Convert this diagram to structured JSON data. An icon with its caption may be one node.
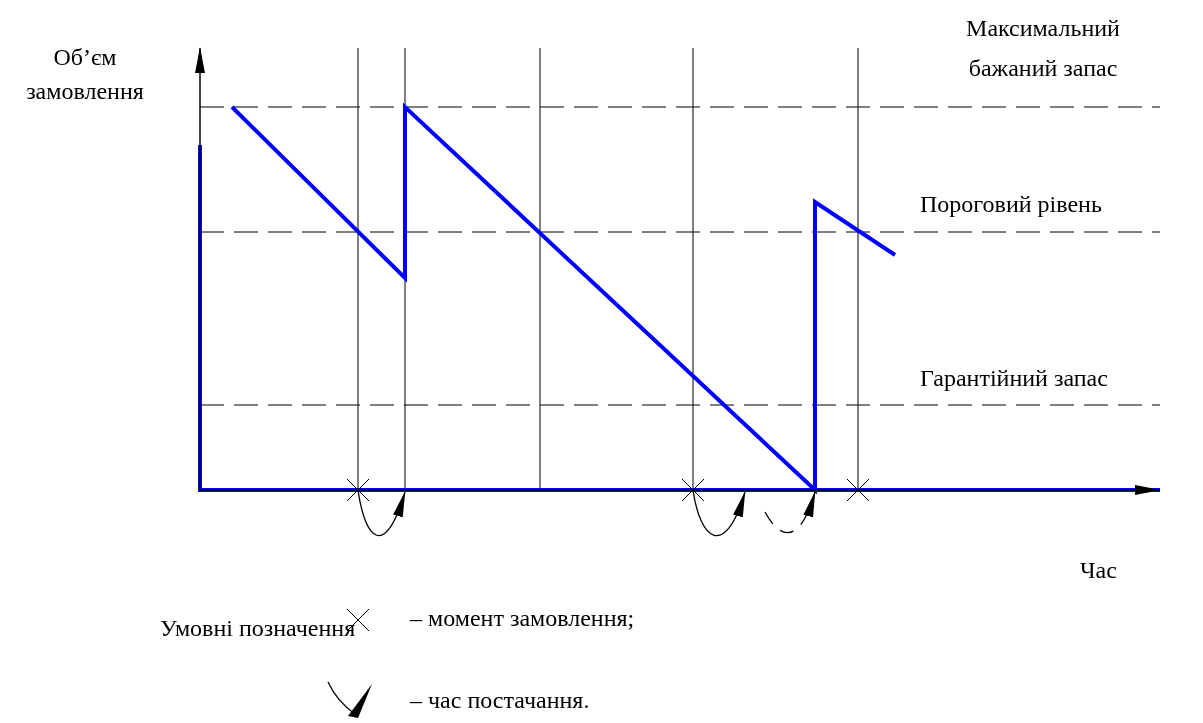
{
  "diagram": {
    "labels": [
      "Максимальний бажаний запас",
      "Об’єм замовлення",
      "Пороговий рівень",
      "Гарантійний запас",
      "Час",
      "Умовні позначення"
    ],
    "legend": [
      {
        "text": "– момент замовлення;"
      },
      {
        "text": "– час постачання."
      }
    ]
  }
}
